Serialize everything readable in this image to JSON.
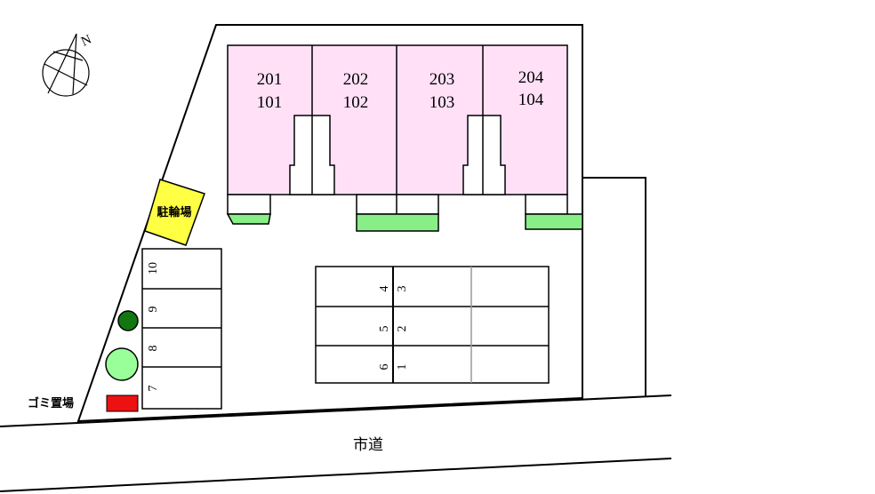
{
  "site_plan": {
    "units": [
      {
        "upper": "201",
        "lower": "101"
      },
      {
        "upper": "202",
        "lower": "102"
      },
      {
        "upper": "203",
        "lower": "103"
      },
      {
        "upper": "204",
        "lower": "104"
      }
    ],
    "bicycle_parking": "駐輪場",
    "garbage_area": "ゴミ置場",
    "road": "市道",
    "compass_letter": "N",
    "left_parking_numbers": [
      "10",
      "9",
      "8",
      "7"
    ],
    "center_parking_numbers": {
      "row1": [
        "4",
        "3"
      ],
      "row2": [
        "5",
        "2"
      ],
      "row3": [
        "6",
        "1"
      ]
    },
    "colors": {
      "building": "#ffe0f7",
      "bicycle": "#ffff44",
      "planter": "#88ee88",
      "tree_dark": "#117711",
      "tree_light": "#99ff99",
      "garbage": "#ee1111"
    }
  }
}
